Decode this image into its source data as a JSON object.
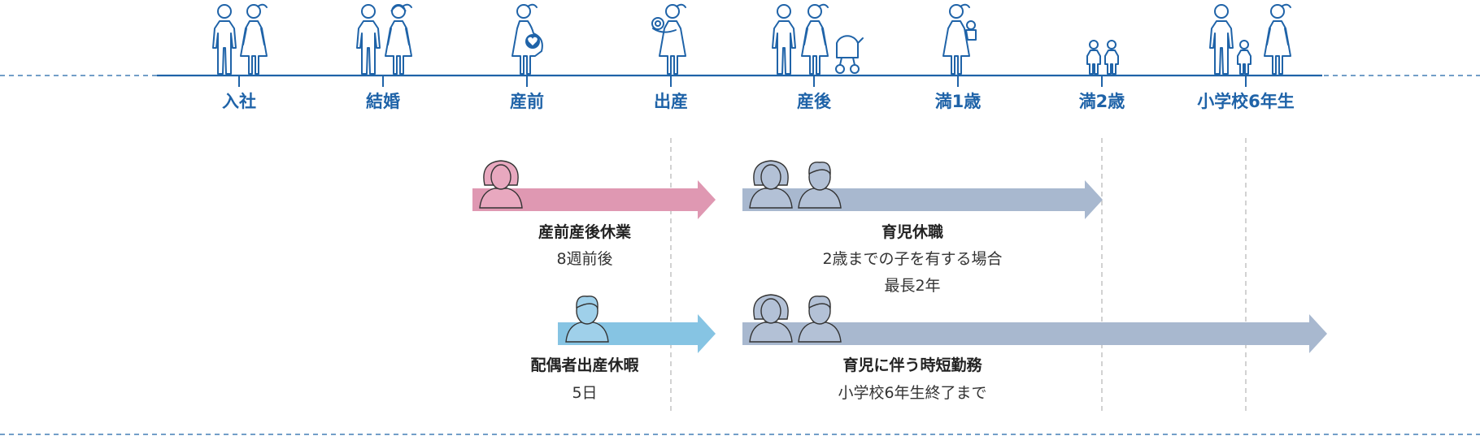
{
  "stages": [
    "入社",
    "結婚",
    "産前",
    "出産",
    "産後",
    "満1歳",
    "満2歳",
    "小学校6年生"
  ],
  "leaves": [
    {
      "title": "産前産後休業",
      "note": "8週前後"
    },
    {
      "title": "育児休職",
      "note": "2歳までの子を有する場合",
      "note2": "最長2年"
    },
    {
      "title": "配偶者出産休暇",
      "note": "5日"
    },
    {
      "title": "育児に伴う時短勤務",
      "note": "小学校6年生終了まで"
    }
  ],
  "colors": {
    "timeline": "#1f63a8",
    "maternity_arrow": "#df98b2",
    "paternity_arrow": "#86c4e3",
    "childcare_arrow": "#a8b8cf",
    "person_female": "#e8a8bf",
    "person_male": "#9fd0ea",
    "person_parent": "#b3c1d6"
  }
}
